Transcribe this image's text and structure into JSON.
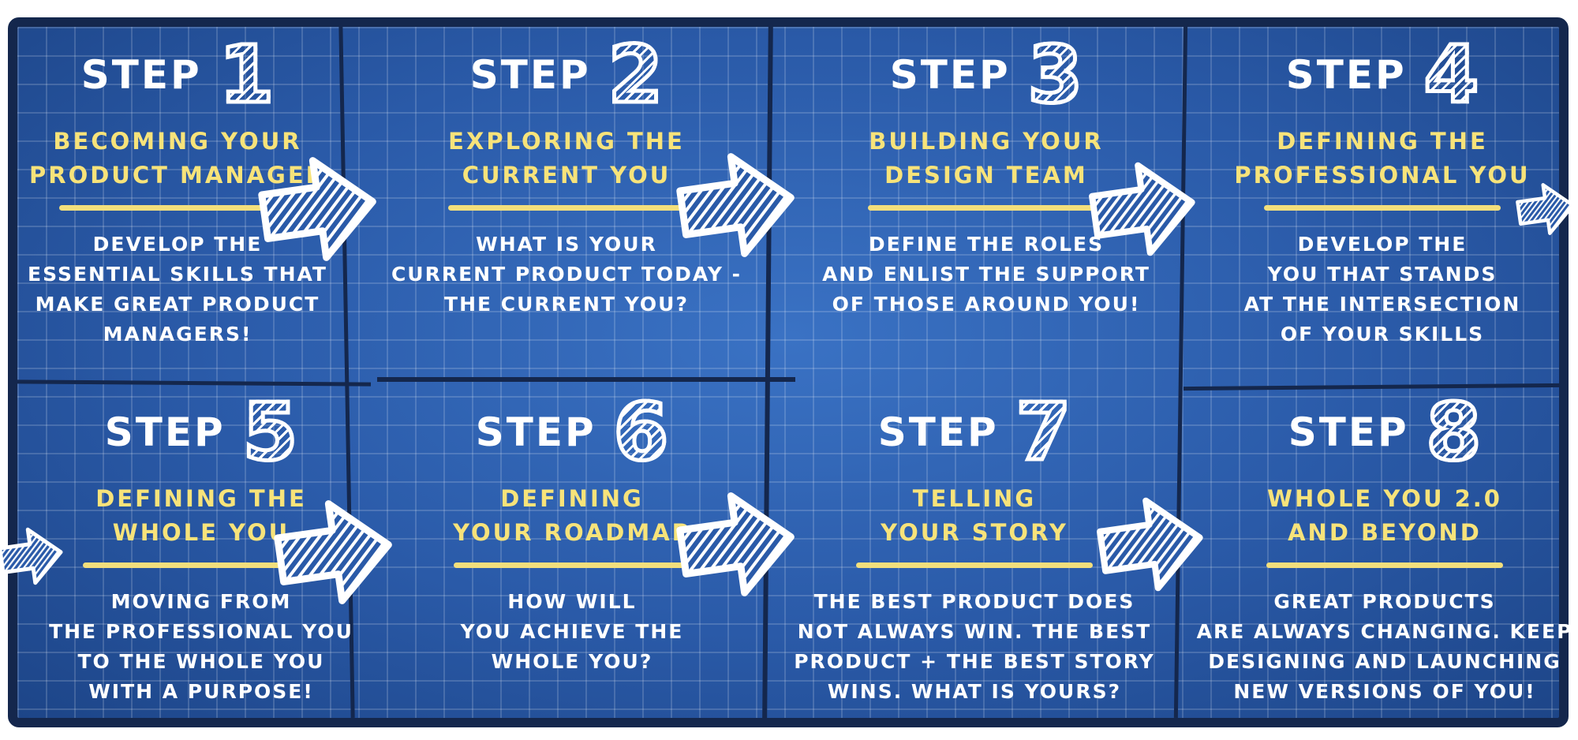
{
  "step_word": "STEP",
  "steps": [
    {
      "number": "1",
      "title": [
        "BECOMING YOUR",
        "PRODUCT MANAGER"
      ],
      "body": [
        "DEVELOP THE",
        "ESSENTIAL SKILLS THAT",
        "MAKE GREAT PRODUCT",
        "MANAGERS!"
      ]
    },
    {
      "number": "2",
      "title": [
        "EXPLORING THE",
        "CURRENT YOU"
      ],
      "body": [
        "WHAT IS YOUR",
        "CURRENT PRODUCT TODAY -",
        "THE CURRENT YOU?"
      ]
    },
    {
      "number": "3",
      "title": [
        "BUILDING YOUR",
        "DESIGN TEAM"
      ],
      "body": [
        "DEFINE THE ROLES",
        "AND ENLIST THE SUPPORT",
        "OF THOSE AROUND YOU!"
      ]
    },
    {
      "number": "4",
      "title": [
        "DEFINING THE",
        "PROFESSIONAL YOU"
      ],
      "body": [
        "DEVELOP THE",
        "YOU THAT STANDS",
        "AT THE INTERSECTION",
        "OF YOUR SKILLS"
      ]
    },
    {
      "number": "5",
      "title": [
        "DEFINING THE",
        "WHOLE YOU"
      ],
      "body": [
        "MOVING FROM",
        "THE PROFESSIONAL YOU",
        "TO THE WHOLE YOU",
        "WITH A PURPOSE!"
      ]
    },
    {
      "number": "6",
      "title": [
        "DEFINING",
        "YOUR ROADMAP"
      ],
      "body": [
        "HOW WILL",
        "YOU ACHIEVE THE",
        "WHOLE YOU?"
      ]
    },
    {
      "number": "7",
      "title": [
        "TELLING",
        "YOUR STORY"
      ],
      "body": [
        "THE BEST PRODUCT DOES",
        "NOT ALWAYS WIN. THE BEST",
        "PRODUCT + THE BEST STORY",
        "WINS. WHAT IS YOURS?"
      ]
    },
    {
      "number": "8",
      "title": [
        "WHOLE YOU 2.0",
        "AND BEYOND"
      ],
      "body": [
        "GREAT PRODUCTS",
        "ARE ALWAYS CHANGING. KEEP",
        "DESIGNING AND LAUNCHING",
        "NEW VERSIONS OF YOU!"
      ]
    }
  ],
  "colors": {
    "board": "#2a5aa8",
    "border": "#14274d",
    "title": "#f7e37a",
    "underline": "#f3df7c",
    "text": "#ffffff"
  }
}
